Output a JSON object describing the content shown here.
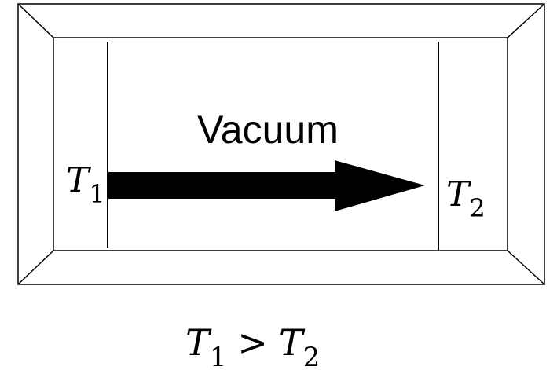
{
  "diagram": {
    "center_label": "Vacuum",
    "left_plate": {
      "symbol": "T",
      "subscript": "1"
    },
    "right_plate": {
      "symbol": "T",
      "subscript": "2"
    },
    "relation": {
      "left": {
        "symbol": "T",
        "subscript": "1"
      },
      "operator": ">",
      "right": {
        "symbol": "T",
        "subscript": "2"
      }
    }
  }
}
